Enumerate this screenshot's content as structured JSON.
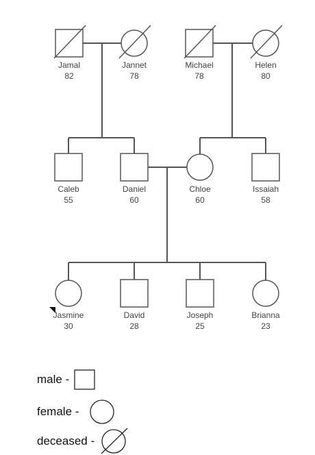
{
  "people": [
    {
      "id": "jamal",
      "name": "Jamal",
      "age": "82",
      "sex": "male",
      "deceased": true
    },
    {
      "id": "jannet",
      "name": "Jannet",
      "age": "78",
      "sex": "female",
      "deceased": true
    },
    {
      "id": "michael",
      "name": "Michael",
      "age": "78",
      "sex": "male",
      "deceased": true
    },
    {
      "id": "helen",
      "name": "Helen",
      "age": "80",
      "sex": "female",
      "deceased": true
    },
    {
      "id": "caleb",
      "name": "Caleb",
      "age": "55",
      "sex": "male",
      "deceased": false
    },
    {
      "id": "daniel",
      "name": "Daniel",
      "age": "60",
      "sex": "male",
      "deceased": false
    },
    {
      "id": "chloe",
      "name": "Chloe",
      "age": "60",
      "sex": "female",
      "deceased": false
    },
    {
      "id": "issaiah",
      "name": "Issaiah",
      "age": "58",
      "sex": "male",
      "deceased": false
    },
    {
      "id": "jasmine",
      "name": "Jasmine",
      "age": "30",
      "sex": "female",
      "deceased": false,
      "proband": true
    },
    {
      "id": "david",
      "name": "David",
      "age": "28",
      "sex": "male",
      "deceased": false
    },
    {
      "id": "joseph",
      "name": "Joseph",
      "age": "25",
      "sex": "male",
      "deceased": false
    },
    {
      "id": "brianna",
      "name": "Brianna",
      "age": "23",
      "sex": "female",
      "deceased": false
    }
  ],
  "legend": {
    "male_label": "male -",
    "female_label": "female -",
    "deceased_label": "deceased -"
  }
}
